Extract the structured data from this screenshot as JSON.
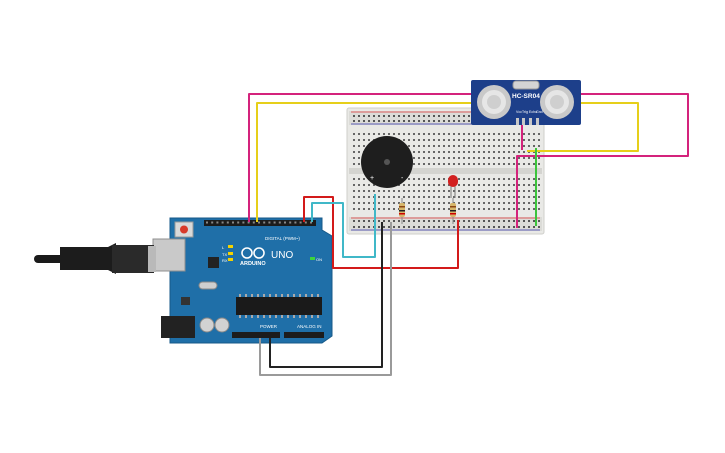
{
  "arduino": {
    "brand": "ARDUINO",
    "model": "UNO",
    "digital_header_label": "DIGITAL (PWM~)",
    "power_label": "POWER",
    "analog_label": "ANALOG IN",
    "tx_label": "TX",
    "rx_label": "RX",
    "l_label": "L",
    "on_label": "ON",
    "board_color": "#1f6fa8"
  },
  "sensor": {
    "label": "HC-SR04",
    "pin_labels": [
      "Vcc",
      "Trig",
      "Echo",
      "Gnd"
    ],
    "board_color": "#1d3f8a"
  },
  "buzzer": {
    "plus_label": "+",
    "minus_label": "-"
  },
  "led": {
    "color": "#d22020"
  },
  "wire_colors": {
    "magenta": "#d4237c",
    "yellow": "#e6cf1a",
    "red": "#d31a1a",
    "cyan": "#40b8c8",
    "black": "#222222",
    "gray": "#9a9a9a",
    "green": "#3cc43c"
  }
}
